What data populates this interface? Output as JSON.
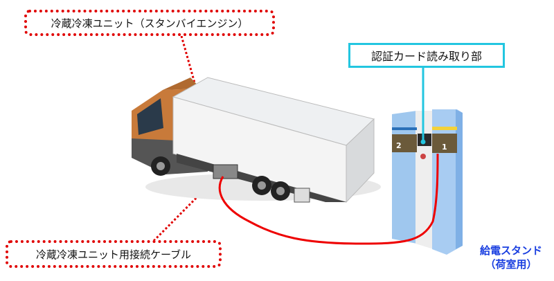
{
  "callouts": {
    "reefer_unit": "冷蔵冷凍ユニット（スタンバイエンジン）",
    "connection_cable": "冷蔵冷凍ユニット用接続ケーブル",
    "card_reader": "認証カード読み取り部"
  },
  "stand": {
    "title": "給電スタンド",
    "subtitle": "（荷室用）",
    "outlet_left": "2",
    "outlet_right": "1"
  },
  "colors": {
    "callout_border": "#e00000",
    "card_reader_border": "#22c6e0",
    "cable": "#ee0000",
    "stand_label": "#1a3fe0"
  }
}
